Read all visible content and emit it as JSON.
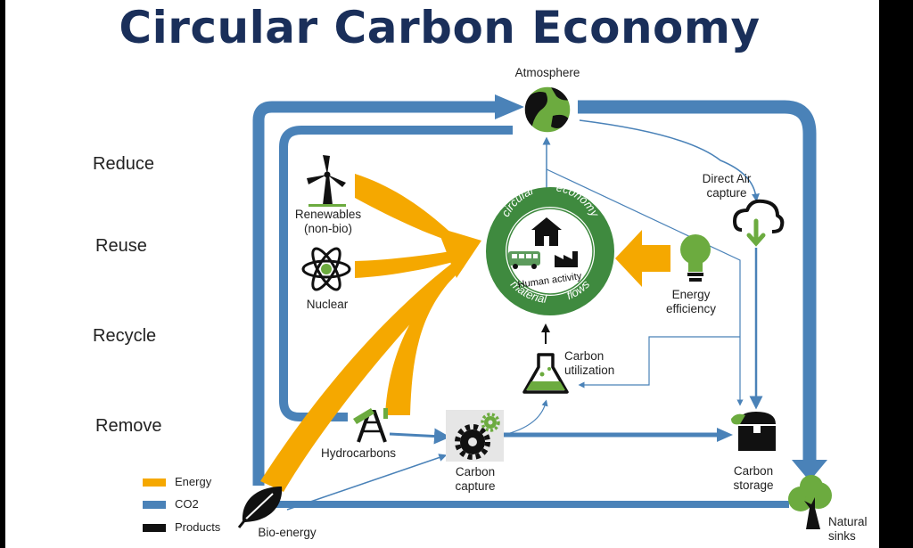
{
  "title": "Circular Carbon Economy",
  "strategies": [
    {
      "label": "Reduce",
      "icon": "reduce-arrows-icon",
      "color": "#7e9ac0"
    },
    {
      "label": "Reuse",
      "icon": "reuse-loop-icon",
      "color": "#e8dcc0"
    },
    {
      "label": "Recycle",
      "icon": "recycle-icon",
      "color": "#3e7d5a"
    },
    {
      "label": "Remove",
      "icon": "power-icon",
      "color": "#9a80b0"
    }
  ],
  "nodes": {
    "atmosphere": "Atmosphere",
    "renewables": [
      "Renewables",
      "(non-bio)"
    ],
    "nuclear": "Nuclear",
    "hydrocarbons": "Hydrocarbons",
    "bio_energy": "Bio-energy",
    "carbon_capture": [
      "Carbon",
      "capture"
    ],
    "carbon_utilization": [
      "Carbon",
      "utilization"
    ],
    "energy_efficiency": [
      "Energy",
      "efficiency"
    ],
    "direct_air_capture": [
      "Direct Air",
      "capture"
    ],
    "carbon_storage": [
      "Carbon",
      "storage"
    ],
    "natural_sinks": [
      "Natural",
      "sinks"
    ]
  },
  "ring": {
    "segments": [
      "circular",
      "economy",
      "material",
      "flows"
    ],
    "center": "Human activity"
  },
  "legend": [
    {
      "label": "Energy",
      "color": "#f5a800"
    },
    {
      "label": "CO2",
      "color": "#4a82b8"
    },
    {
      "label": "Products",
      "color": "#111111"
    }
  ],
  "colors": {
    "energy": "#f5a800",
    "co2": "#4a82b8",
    "ring": "#3f8a3f",
    "title": "#1a2f5a"
  }
}
